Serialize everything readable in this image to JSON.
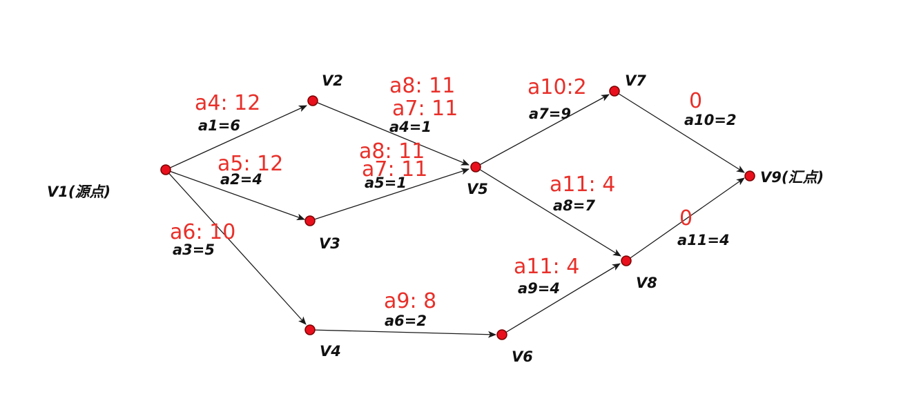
{
  "colors": {
    "node_fill": "#e8101c",
    "node_stroke": "#7a0000",
    "edge": "#1a1a1a",
    "annotation": "#e8302a",
    "text": "#111111"
  },
  "nodes": [
    {
      "id": "v1",
      "label": "V1(源点)"
    },
    {
      "id": "v2",
      "label": "V2"
    },
    {
      "id": "v3",
      "label": "V3"
    },
    {
      "id": "v4",
      "label": "V4"
    },
    {
      "id": "v5",
      "label": "V5"
    },
    {
      "id": "v6",
      "label": "V6"
    },
    {
      "id": "v7",
      "label": "V7"
    },
    {
      "id": "v8",
      "label": "V8"
    },
    {
      "id": "v9",
      "label": "V9(汇点)"
    }
  ],
  "edges": [
    {
      "id": "a1",
      "from": "v1",
      "to": "v2",
      "label": "a1=6"
    },
    {
      "id": "a2",
      "from": "v1",
      "to": "v3",
      "label": "a2=4"
    },
    {
      "id": "a3",
      "from": "v1",
      "to": "v4",
      "label": "a3=5"
    },
    {
      "id": "a4",
      "from": "v2",
      "to": "v5",
      "label": "a4=1"
    },
    {
      "id": "a5",
      "from": "v3",
      "to": "v5",
      "label": "a5=1"
    },
    {
      "id": "a6",
      "from": "v4",
      "to": "v6",
      "label": "a6=2"
    },
    {
      "id": "a7",
      "from": "v5",
      "to": "v7",
      "label": "a7=9"
    },
    {
      "id": "a8",
      "from": "v5",
      "to": "v8",
      "label": "a8=7"
    },
    {
      "id": "a9",
      "from": "v6",
      "to": "v8",
      "label": "a9=4"
    },
    {
      "id": "a10",
      "from": "v7",
      "to": "v9",
      "label": "a10=2"
    },
    {
      "id": "a11",
      "from": "v8",
      "to": "v9",
      "label": "a11=4"
    }
  ],
  "annotations": [
    {
      "id": "n1",
      "edge": "a1",
      "text": "a4: 12"
    },
    {
      "id": "n2",
      "edge": "a2",
      "text": "a5: 12"
    },
    {
      "id": "n3",
      "edge": "a3",
      "text": "a6: 10"
    },
    {
      "id": "n4",
      "edge": "a4",
      "text": "a8: 11"
    },
    {
      "id": "n5",
      "edge": "a4",
      "text": "a7: 11"
    },
    {
      "id": "n6",
      "edge": "a5",
      "text": "a8: 11"
    },
    {
      "id": "n7",
      "edge": "a5",
      "text": "a7: 11"
    },
    {
      "id": "n8",
      "edge": "a6",
      "text": "a9: 8"
    },
    {
      "id": "n9",
      "edge": "a7",
      "text": "a10:2"
    },
    {
      "id": "n10",
      "edge": "a8",
      "text": "a11: 4"
    },
    {
      "id": "n11",
      "edge": "a9",
      "text": "a11: 4"
    },
    {
      "id": "n12",
      "edge": "a10",
      "text": "0"
    },
    {
      "id": "n13",
      "edge": "a11",
      "text": "0"
    }
  ]
}
